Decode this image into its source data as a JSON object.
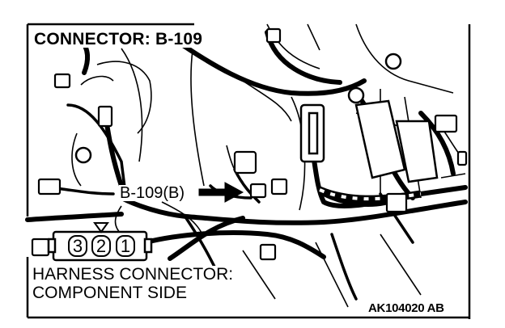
{
  "diagram": {
    "title": "CONNECTOR: B-109",
    "connector_callout": "B-109(B)",
    "harness_label_line1": "HARNESS CONNECTOR:",
    "harness_label_line2": "COMPONENT SIDE",
    "figure_id": "AK104020 AB",
    "pins": [
      "3",
      "2",
      "1"
    ]
  }
}
